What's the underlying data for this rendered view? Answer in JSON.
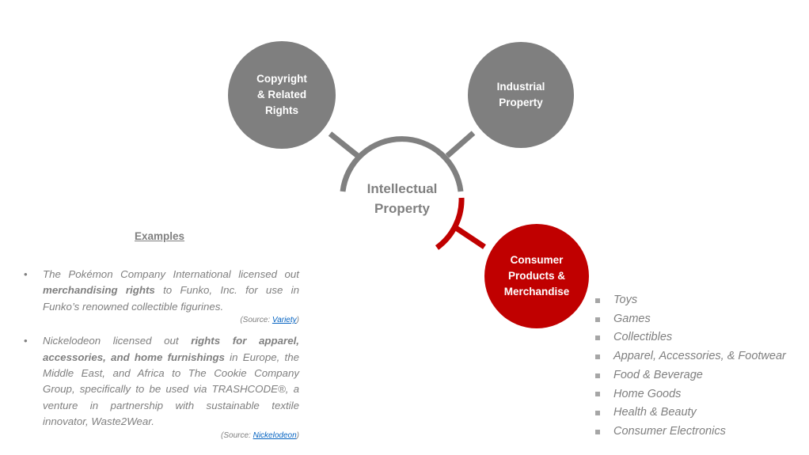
{
  "colors": {
    "gray": "#7f7f7f",
    "red": "#c00000",
    "link": "#0563c1"
  },
  "diagram": {
    "center": [
      "Intellectual",
      "Property"
    ],
    "copyright": [
      "Copyright",
      "& Related",
      "Rights"
    ],
    "industrial": [
      "Industrial",
      "Property"
    ],
    "consumer": [
      "Consumer",
      "Products &",
      "Merchandise"
    ]
  },
  "examples": {
    "title": "Examples",
    "items": [
      {
        "pre": "The Pokémon Company International licensed out ",
        "bold": "merchandising rights",
        "post": " to Funko, Inc. for use in Funko’s renowned collectible figurines.",
        "source_prefix": "(Source: ",
        "source_link": "Variety",
        "source_suffix": ")"
      },
      {
        "pre": "Nickelodeon licensed out ",
        "bold": "rights for apparel, accessories, and home furnishings",
        "post": " in Europe, the Middle East, and Africa to The Cookie Company Group, specifically to be used via TRASHCODE®, a venture in partnership with sustainable textile innovator, Waste2Wear.",
        "source_prefix": "(Source: ",
        "source_link": "Nickelodeon",
        "source_suffix": ")"
      }
    ]
  },
  "categories": [
    "Toys",
    "Games",
    "Collectibles",
    "Apparel, Accessories, & Footwear",
    "Food & Beverage",
    "Home Goods",
    "Health & Beauty",
    "Consumer Electronics"
  ]
}
